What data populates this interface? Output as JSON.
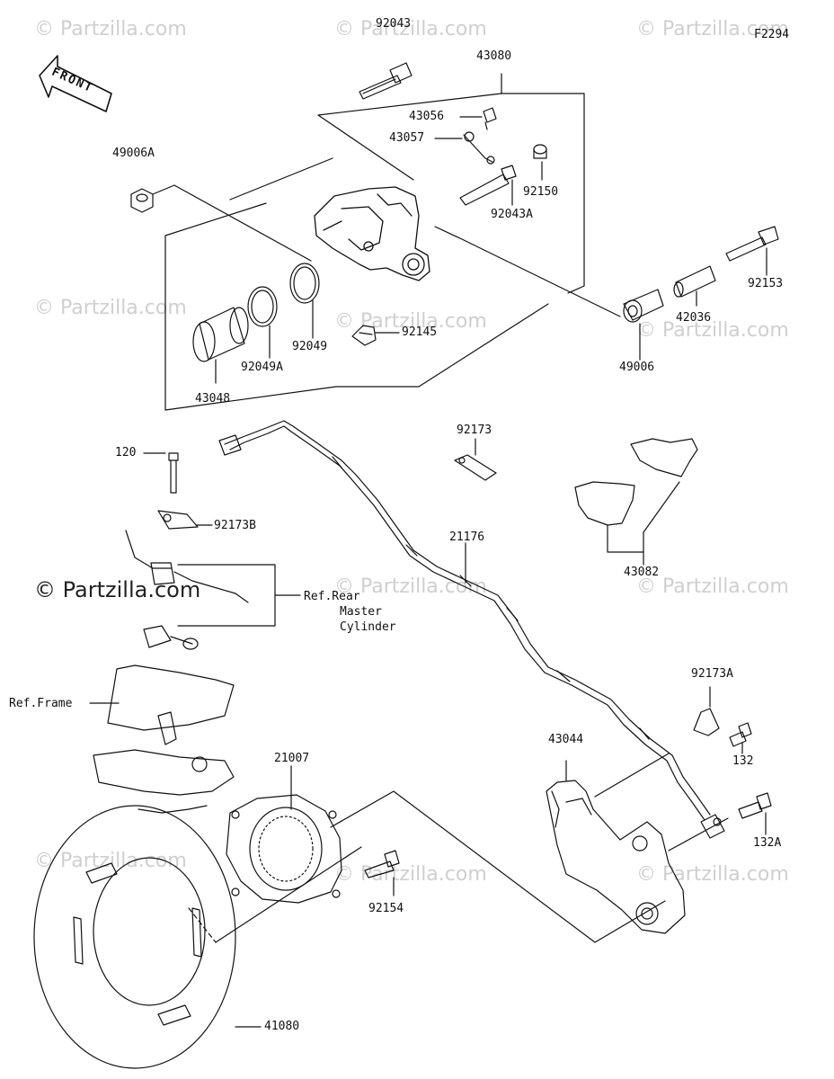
{
  "diagram_code": "F2294",
  "direction_label": "FRONT",
  "watermark": "© Partzilla.com",
  "parts": {
    "p92043": "92043",
    "p43080": "43080",
    "p43056": "43056",
    "p43057": "43057",
    "p49006A": "49006A",
    "p92150": "92150",
    "p92043A": "92043A",
    "p92153": "92153",
    "p42036": "42036",
    "p49006": "49006",
    "p92049": "92049",
    "p92049A": "92049A",
    "p92145": "92145",
    "p43048": "43048",
    "p92173": "92173",
    "p120": "120",
    "p92173B": "92173B",
    "p21176": "21176",
    "p43082": "43082",
    "p92173A": "92173A",
    "p43044": "43044",
    "p132": "132",
    "p132A": "132A",
    "p21007": "21007",
    "p92154": "92154",
    "p41080": "41080"
  },
  "references": {
    "rear_master_cylinder_1": "Ref.Rear",
    "rear_master_cylinder_2": "Master",
    "rear_master_cylinder_3": "Cylinder",
    "frame": "Ref.Frame"
  }
}
